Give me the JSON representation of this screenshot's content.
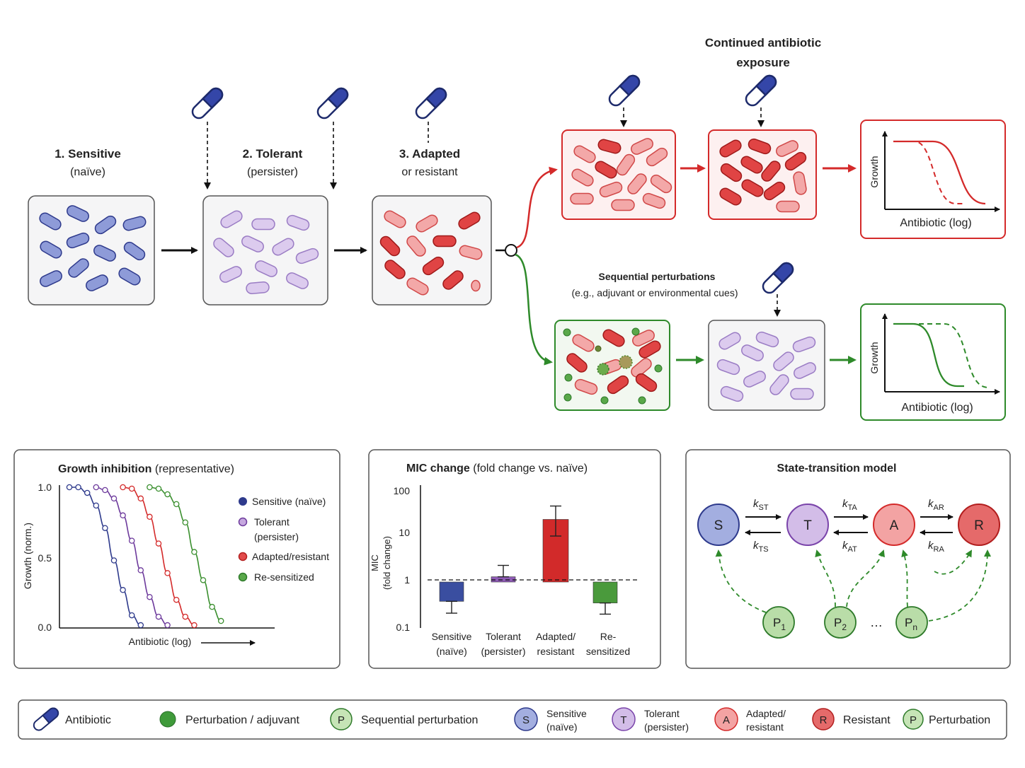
{
  "stages": {
    "s1": {
      "title": "1. Sensitive",
      "sub": "(naïve)"
    },
    "s2": {
      "title": "2. Tolerant",
      "sub": "(persister)"
    },
    "s3": {
      "title": "3. Adapted",
      "sub": "or resistant"
    }
  },
  "continued": {
    "line1": "Continued antibiotic",
    "line2": "exposure"
  },
  "sequential": {
    "title": "Sequential perturbations",
    "sub": "(e.g., adjuvant or environmental cues)"
  },
  "mini_plots": {
    "ylabel": "Growth",
    "xlabel": "Antibiotic (log)"
  },
  "growth_panel": {
    "title_bold": "Growth inhibition",
    "title_rest": " (representative)",
    "ylabel": "Growth (norm.)",
    "xlabel": "Antibiotic (log)",
    "yticks": [
      "1.0",
      "0.5",
      "0.0"
    ],
    "legend": [
      {
        "label": "Sensitive (naïve)",
        "color": "#2e3a8c"
      },
      {
        "label": "Tolerant",
        "label2": "(persister)",
        "color": "#6d3a9c"
      },
      {
        "label": "Adapted/resistant",
        "color": "#d42a2a"
      },
      {
        "label": "Re-sensitized",
        "color": "#3a8f2e"
      }
    ]
  },
  "mic_panel": {
    "title_bold": "MIC change",
    "title_rest": " (fold change vs. naïve)",
    "ylabel1": "MIC",
    "ylabel2": "(fold change)",
    "yticks": [
      "100",
      "10",
      "1",
      "0.1"
    ],
    "cat_labels": [
      [
        "Sensitive",
        "(naïve)"
      ],
      [
        "Tolerant",
        "(persister)"
      ],
      [
        "Adapted/",
        "resistant"
      ],
      [
        "Re-",
        "sensitized"
      ]
    ]
  },
  "state_panel": {
    "title": "State-transition model",
    "nodes": [
      "S",
      "T",
      "A",
      "R"
    ],
    "rate_prefix": "k",
    "rates": {
      "st": "ST",
      "ts": "TS",
      "ta": "TA",
      "at": "AT",
      "ar": "AR",
      "ra": "RA"
    },
    "p_letter": "P",
    "p_subs": [
      "1",
      "2",
      "n"
    ],
    "ellipsis": "…"
  },
  "legend": {
    "antibiotic": "Antibiotic",
    "perturbation": "Perturbation / adjuvant",
    "p_letter": "P",
    "sequential": "Sequential perturbation",
    "s_letter": "S",
    "s1": "Sensitive",
    "s2": "(naïve)",
    "t_letter": "T",
    "t1": "Tolerant",
    "t2": "(persister)",
    "a_letter": "A",
    "a1": "Adapted/",
    "a2": "resistant",
    "r_letter": "R",
    "r1": "Resistant",
    "p2_letter": "P",
    "p2": "Perturbation"
  },
  "chart_data": [
    {
      "type": "line",
      "title": "Growth inhibition (representative)",
      "xlabel": "Antibiotic (log)",
      "ylabel": "Growth (norm.)",
      "ylim": [
        0,
        1
      ],
      "yticks": [
        0.0,
        0.5,
        1.0
      ],
      "x_units": "relative log dose (unlabeled)",
      "series": [
        {
          "name": "Sensitive (naïve)",
          "x": [
            0,
            1,
            2,
            3,
            4,
            5,
            6,
            7,
            8
          ],
          "y": [
            1.0,
            1.0,
            0.96,
            0.87,
            0.71,
            0.48,
            0.27,
            0.09,
            0.02
          ]
        },
        {
          "name": "Tolerant (persister)",
          "x": [
            3,
            4,
            5,
            6,
            7,
            8,
            9,
            10,
            11
          ],
          "y": [
            1.0,
            0.98,
            0.92,
            0.8,
            0.62,
            0.41,
            0.22,
            0.08,
            0.02
          ]
        },
        {
          "name": "Adapted/resistant",
          "x": [
            6,
            7,
            8,
            9,
            10,
            11,
            12,
            13,
            14
          ],
          "y": [
            1.0,
            0.99,
            0.92,
            0.79,
            0.6,
            0.39,
            0.2,
            0.08,
            0.02
          ]
        },
        {
          "name": "Re-sensitized",
          "x": [
            9,
            10,
            11,
            12,
            13,
            14,
            15,
            16,
            17
          ],
          "y": [
            1.0,
            0.99,
            0.95,
            0.88,
            0.75,
            0.54,
            0.34,
            0.15,
            0.05
          ]
        }
      ]
    },
    {
      "type": "bar",
      "title": "MIC change (fold change vs. naïve)",
      "ylabel": "MIC (fold change)",
      "yscale": "log",
      "ylim": [
        0.1,
        100
      ],
      "baseline": 1,
      "categories": [
        "Sensitive (naïve)",
        "Tolerant (persister)",
        "Adapted/ resistant",
        "Re- sensitized"
      ],
      "values": [
        0.38,
        1.3,
        23,
        0.35
      ],
      "error_low": [
        0.21,
        1.3,
        10,
        0.2
      ],
      "error_high": [
        0.38,
        2.3,
        45,
        0.35
      ],
      "colors": [
        "#3a4ea0",
        "#8e5bb5",
        "#d22a2a",
        "#4a9a3c"
      ]
    }
  ]
}
